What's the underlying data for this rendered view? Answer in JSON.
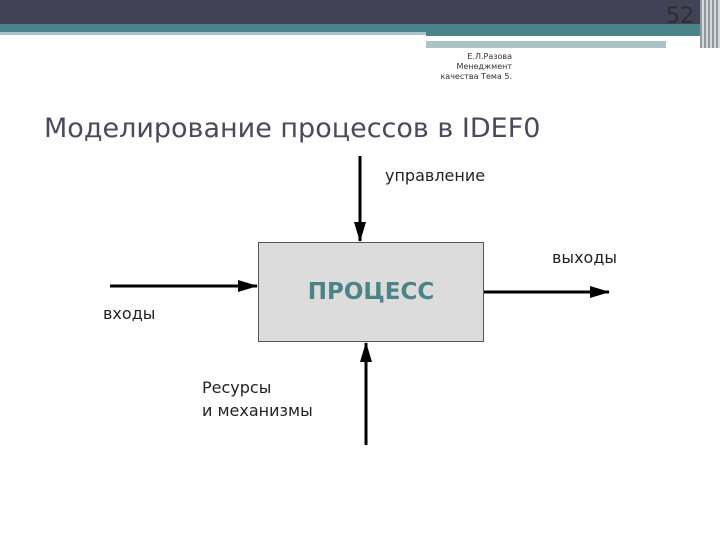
{
  "slide_number": "52",
  "author": {
    "line1": "Е.Л.Разова",
    "line2": "Менеджмент",
    "line3": "качества Тема 5."
  },
  "title": "Моделирование процессов в IDEF0",
  "diagram": {
    "process": "ПРОЦЕСС",
    "control": "управление",
    "inputs": "входы",
    "outputs": "выходы",
    "mechanisms_line1": "Ресурсы",
    "mechanisms_line2": "и механизмы"
  }
}
